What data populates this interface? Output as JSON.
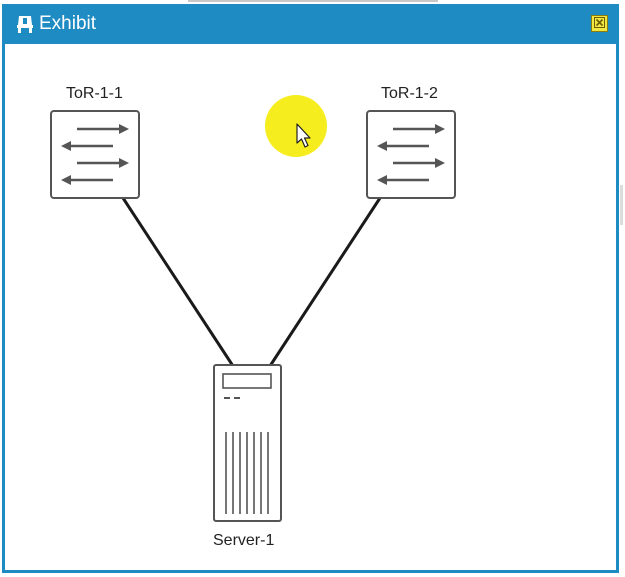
{
  "window": {
    "title": "Exhibit",
    "title_icon": "exhibit-icon",
    "close_icon": "close-icon",
    "colors": {
      "titlebar": "#1e8bc3",
      "close_button": "#f2e642",
      "highlight": "#f5eb0c"
    }
  },
  "diagram": {
    "nodes": {
      "tor1": {
        "label": "ToR-1-1",
        "icon": "switch-icon"
      },
      "tor2": {
        "label": "ToR-1-2",
        "icon": "switch-icon"
      },
      "server": {
        "label": "Server-1",
        "icon": "server-icon"
      }
    }
  }
}
